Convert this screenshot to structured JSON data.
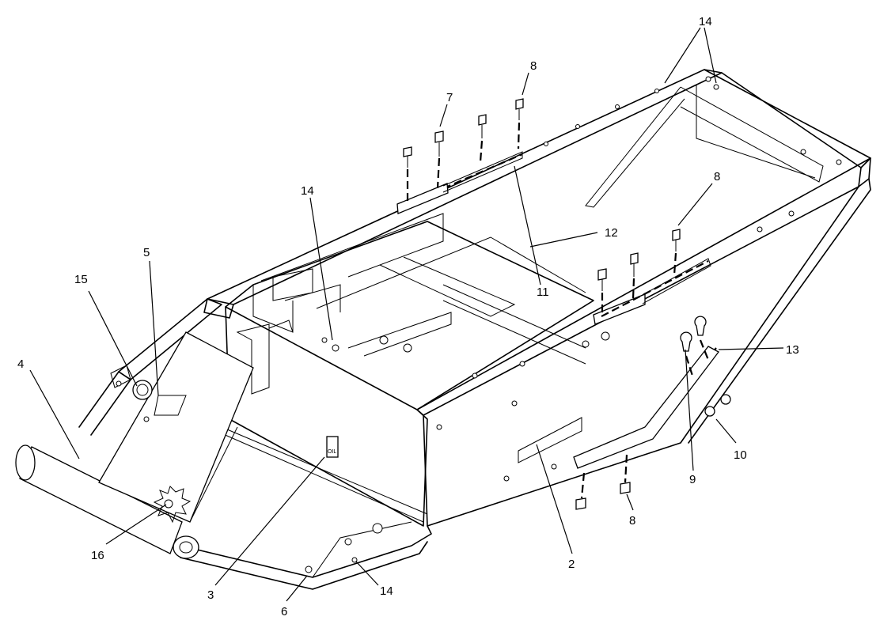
{
  "diagram": {
    "callouts": {
      "c14_top": "14",
      "c8_top": "8",
      "c7": "7",
      "c14_mid": "14",
      "c8_right": "8",
      "c12": "12",
      "c11": "11",
      "c5": "5",
      "c15": "15",
      "c4": "4",
      "c13": "13",
      "c10": "10",
      "c9": "9",
      "c8_bottom": "8",
      "c2": "2",
      "c16": "16",
      "c3": "3",
      "c6": "6",
      "c14_bottom": "14"
    },
    "decal_text": "OIL"
  }
}
